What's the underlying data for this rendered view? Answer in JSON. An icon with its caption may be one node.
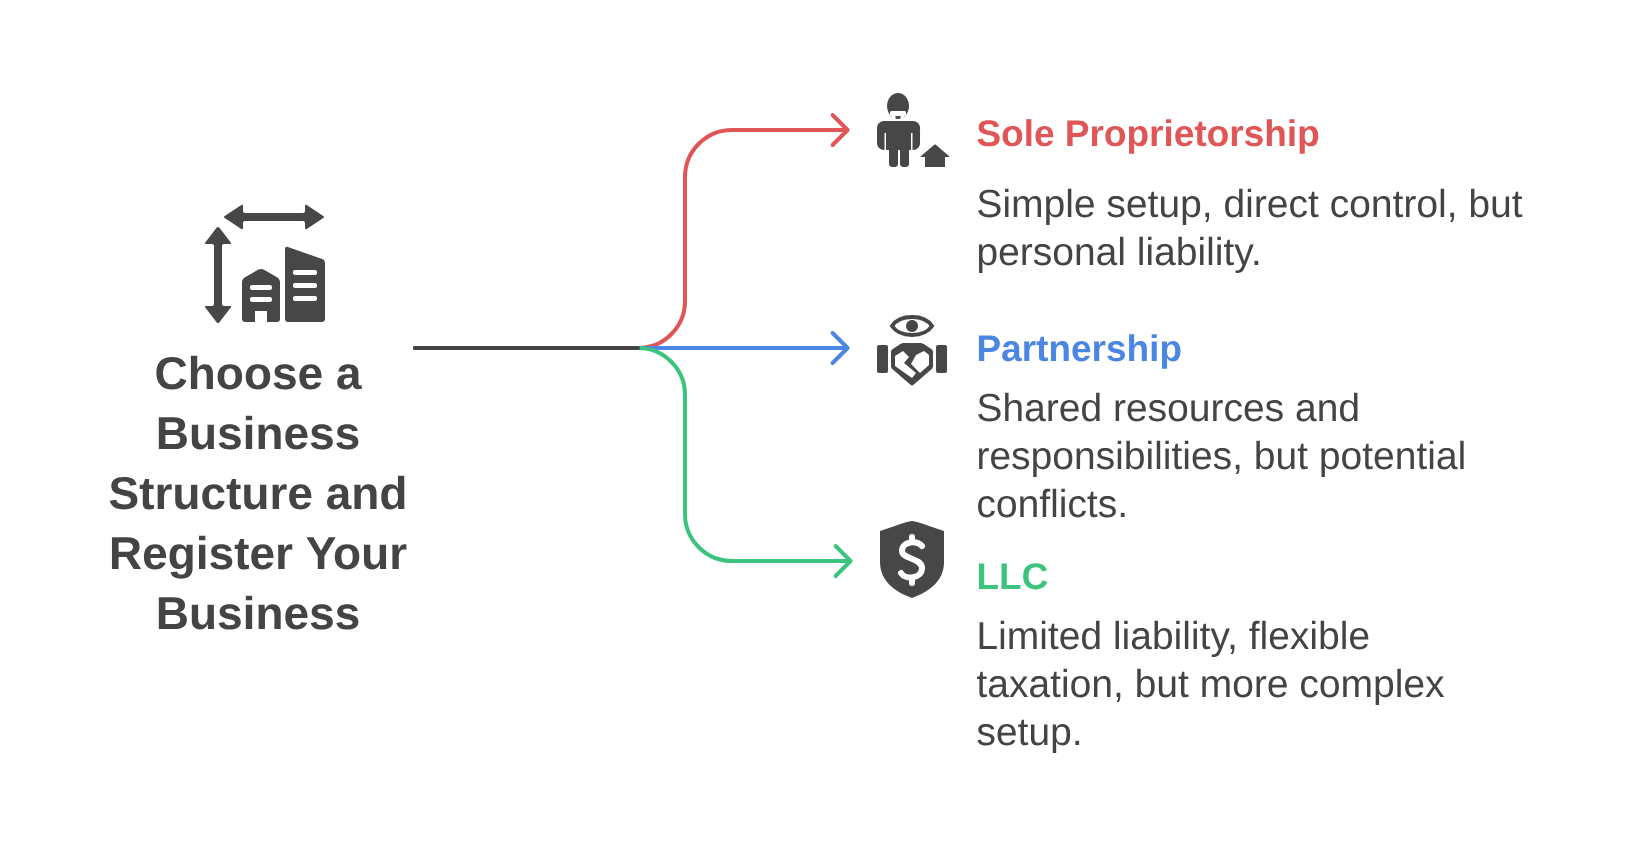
{
  "diagram": {
    "nodes": [
      {
        "text": [
          "Choose a Business Structure and Register Your Business"
        ]
      },
      {
        "text": [],
        "shape": "picture"
      },
      {
        "text": [
          "Sole Proprietorship",
          "Simple setup, direct control, but personal liability."
        ]
      },
      {
        "text": [],
        "shape": "picture"
      },
      {
        "text": [
          "Partnership",
          "Shared resources and responsibilities, but potential conflicts."
        ]
      },
      {
        "text": [],
        "shape": "picture"
      },
      {
        "text": [
          "LLC",
          "Limited liability, flexible taxation, but more complex setup."
        ]
      }
    ],
    "edges": [
      {
        "from": 0,
        "to": 1,
        "arrow": "to",
        "color": "#e05555"
      },
      {
        "from": 0,
        "to": 3,
        "arrow": "to",
        "color": "#4c86e3"
      },
      {
        "from": 0,
        "to": 5,
        "arrow": "to",
        "color": "#3cc47e"
      }
    ]
  }
}
